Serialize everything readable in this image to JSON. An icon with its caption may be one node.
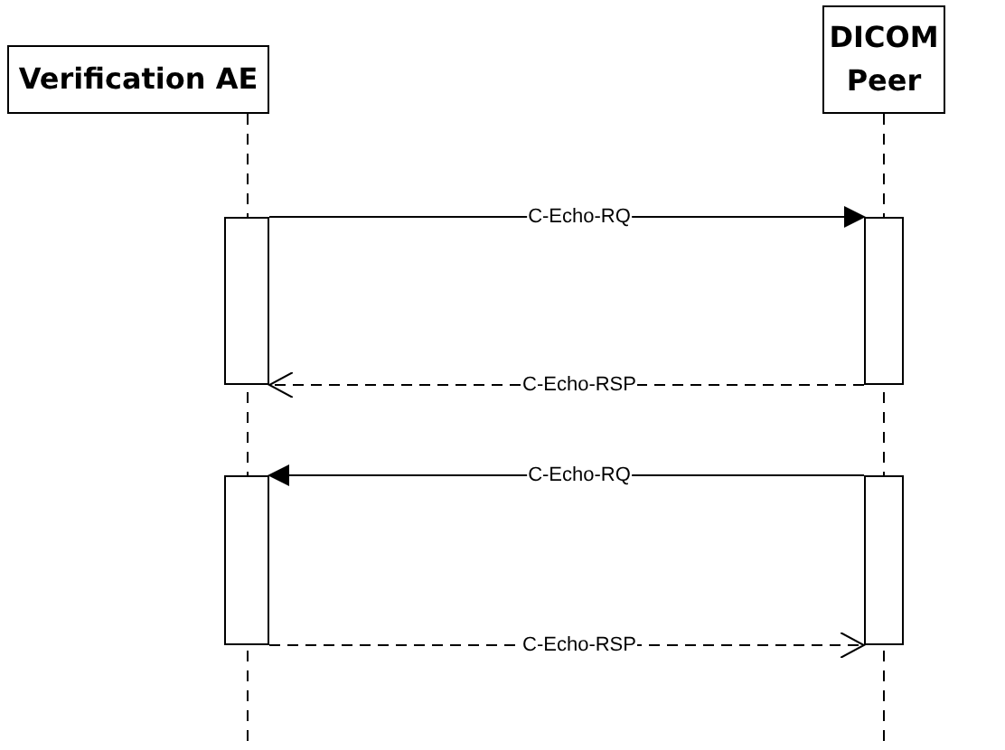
{
  "diagram": {
    "nodes": [
      {
        "text": [
          "Verification AE"
        ]
      },
      {
        "text": [
          "DICOM Peer"
        ]
      },
      {
        "text": [],
        "shape": "bar"
      },
      {
        "text": [],
        "shape": "bar"
      },
      {
        "text": [],
        "shape": "bar"
      },
      {
        "text": [],
        "shape": "bar"
      }
    ],
    "edges": [
      {
        "from": 2,
        "to": 3,
        "arrow": "to",
        "label": "C-Echo-RQ"
      },
      {
        "from": 3,
        "to": 2,
        "arrow": "to",
        "label": "C-Echo-RSP",
        "style": "dashed"
      },
      {
        "from": 5,
        "to": 4,
        "arrow": "to",
        "label": "C-Echo-RQ"
      },
      {
        "from": 4,
        "to": 5,
        "arrow": "to",
        "label": "C-Echo-RSP",
        "style": "dashed"
      }
    ]
  }
}
